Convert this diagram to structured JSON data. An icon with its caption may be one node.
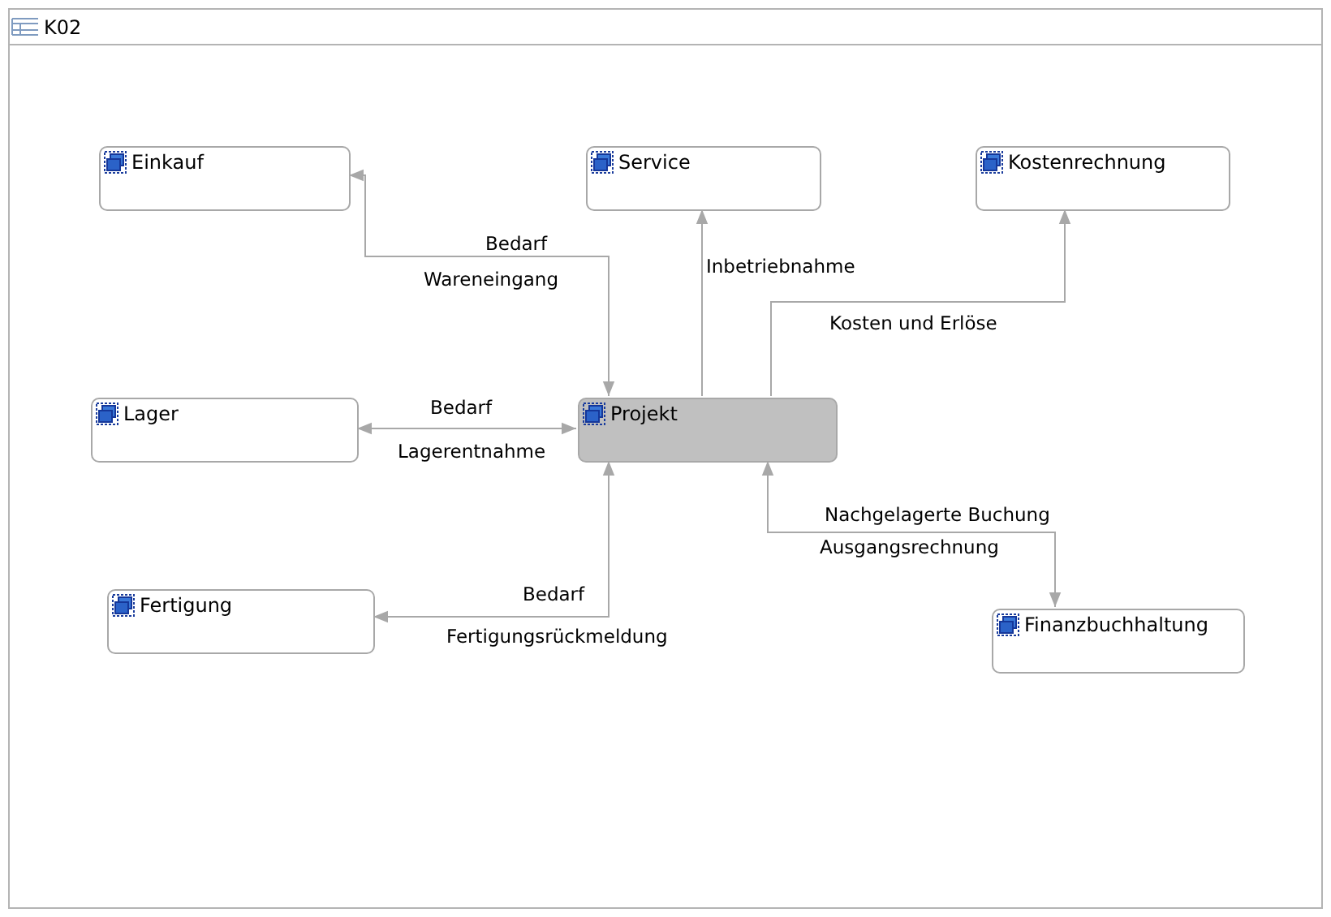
{
  "diagram": {
    "nodes": [
      {
        "text": [
          "K02"
        ]
      },
      {
        "text": [
          "Einkauf"
        ],
        "in": 0
      },
      {
        "text": [
          "Service"
        ],
        "in": 0
      },
      {
        "text": [
          "Kostenrechnung"
        ],
        "in": 0
      },
      {
        "text": [
          "Lager"
        ],
        "in": 0
      },
      {
        "text": [
          "Projekt"
        ],
        "in": 0
      },
      {
        "text": [
          "Fertigung"
        ],
        "in": 0
      },
      {
        "text": [
          "Finanzbuchhaltung"
        ],
        "in": 0
      }
    ],
    "edges": [
      {
        "from": 5,
        "to": 1,
        "arrow": "both",
        "label": "Bedarf"
      },
      {
        "from": 5,
        "to": 4,
        "arrow": "both",
        "label": "Bedarf"
      },
      {
        "from": 5,
        "to": 2,
        "arrow": "to",
        "label": "Inbetriebnahme"
      },
      {
        "from": 5,
        "to": 3,
        "arrow": "to",
        "label": "Kosten und Erlöse"
      },
      {
        "from": 5,
        "to": 6,
        "arrow": "both",
        "label": "Bedarf"
      },
      {
        "from": 5,
        "to": 7,
        "arrow": "both",
        "label": "Nachgelagerte Buchung"
      }
    ],
    "labels": [
      "Wareneingang",
      "Lagerentnahme",
      "Fertigungsrückmeldung",
      "Ausgangsrechnung"
    ]
  }
}
